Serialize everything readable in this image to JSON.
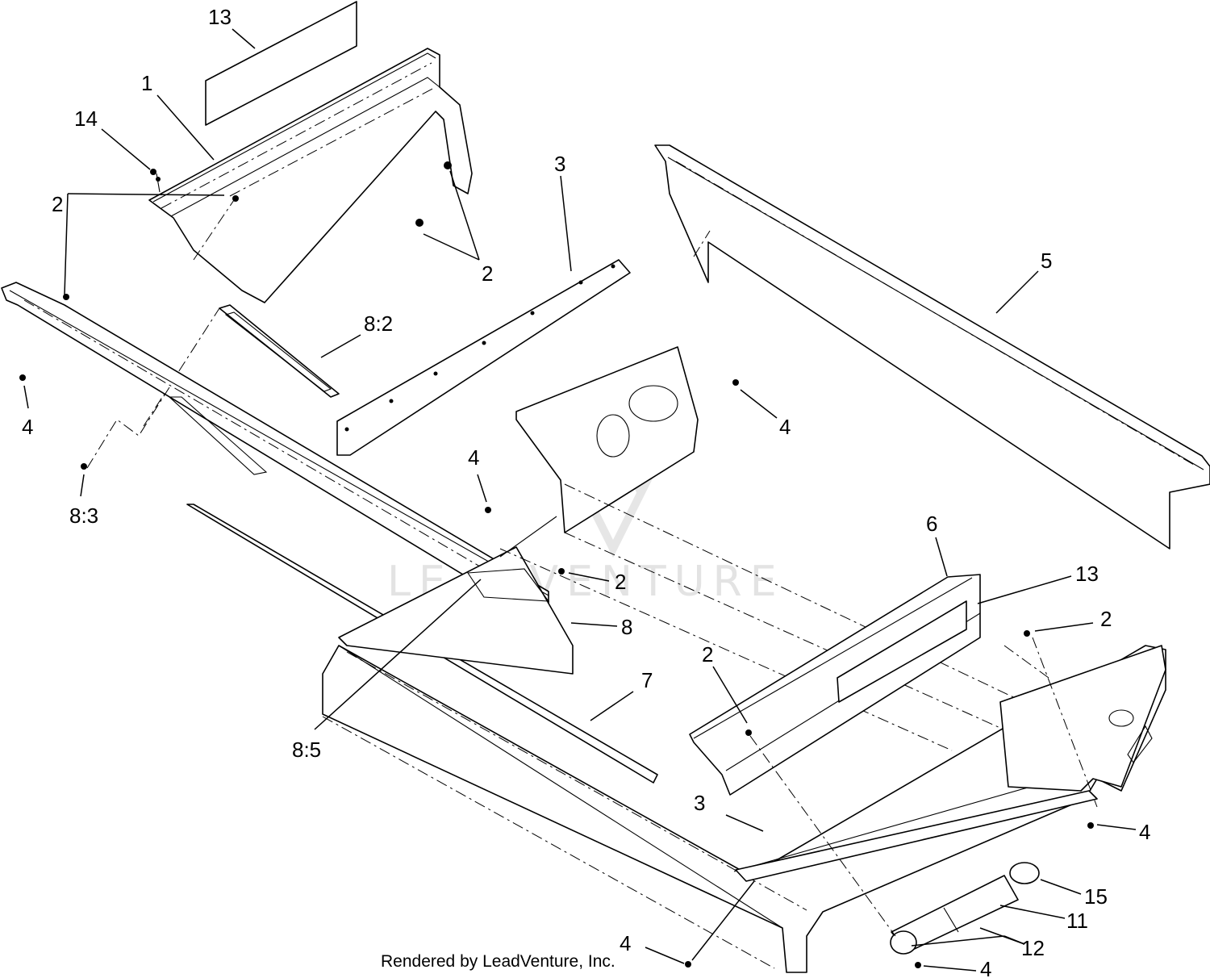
{
  "callouts": [
    "13",
    "1",
    "14",
    "2",
    "2",
    "3",
    "5",
    "8:2",
    "4",
    "4",
    "4",
    "8:3",
    "6",
    "13",
    "2",
    "2",
    "8",
    "2",
    "7",
    "8:5",
    "3",
    "4",
    "15",
    "11",
    "12",
    "4",
    "4"
  ],
  "footer": "Rendered by LeadVenture, Inc.",
  "watermark": "LEADVENTURE",
  "colors": {
    "ink": "#000000",
    "paper": "#ffffff",
    "watermark": "#e3e3e3"
  }
}
